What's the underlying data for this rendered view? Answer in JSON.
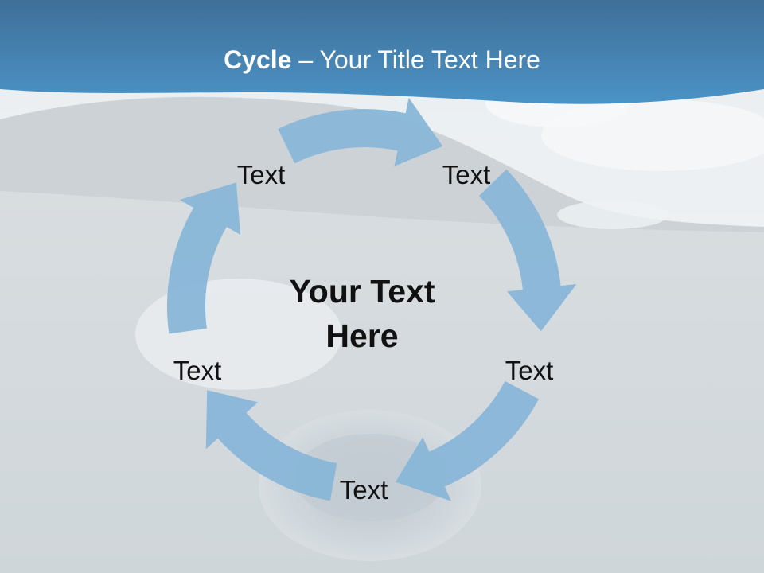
{
  "title": {
    "bold": "Cycle",
    "rest": " – Your Title Text Here"
  },
  "center": {
    "line1": "Your Text",
    "line2": "Here"
  },
  "steps": [
    {
      "label": "Text"
    },
    {
      "label": "Text"
    },
    {
      "label": "Text"
    },
    {
      "label": "Text"
    },
    {
      "label": "Text"
    }
  ],
  "colors": {
    "header": "#3b7fb4",
    "arrow": "#89b6d8"
  }
}
